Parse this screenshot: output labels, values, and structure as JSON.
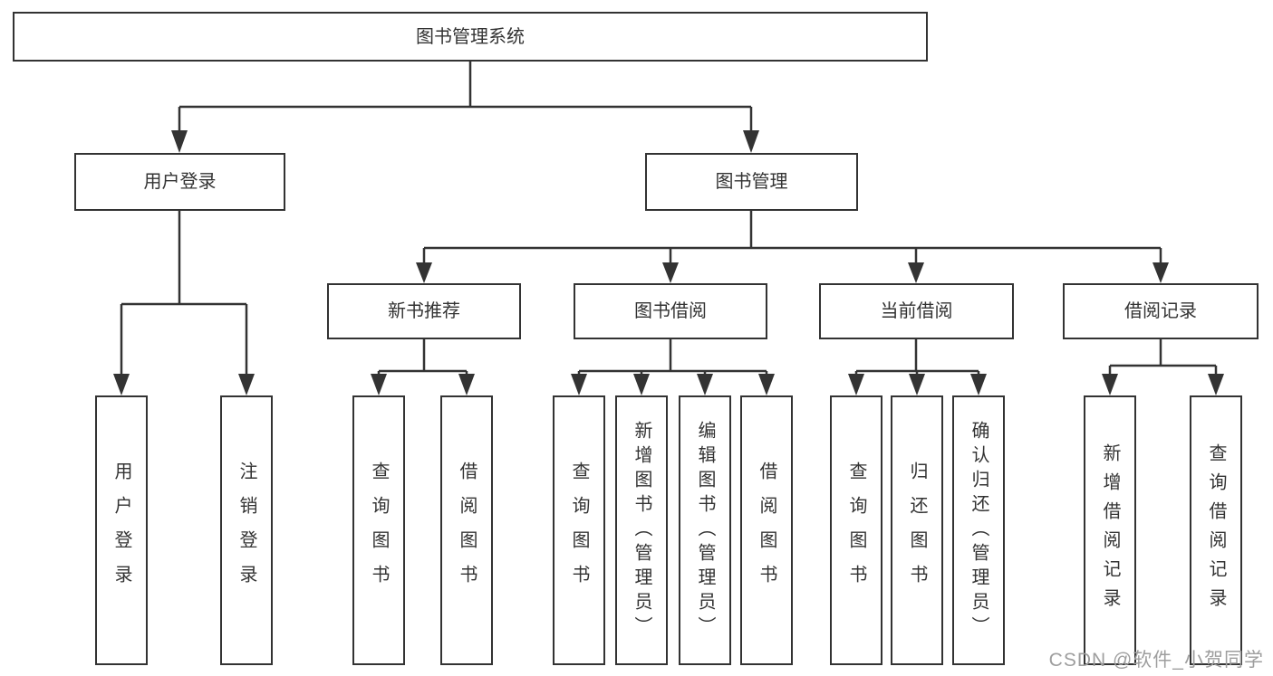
{
  "colors": {
    "line": "#333333",
    "box_border": "#333333",
    "text": "#333333",
    "watermark": "#9e9e9e",
    "background": "#ffffff"
  },
  "watermark": {
    "text": "CSDN @软件_小贺同学"
  },
  "tree": {
    "label": "图书管理系统",
    "children": [
      {
        "label": "用户登录",
        "children": [
          {
            "label": "用户登录"
          },
          {
            "label": "注销登录"
          }
        ]
      },
      {
        "label": "图书管理",
        "children": [
          {
            "label": "新书推荐",
            "children": [
              {
                "label": "查询图书"
              },
              {
                "label": "借阅图书"
              }
            ]
          },
          {
            "label": "图书借阅",
            "children": [
              {
                "label": "查询图书"
              },
              {
                "label": "新增图书（管理员）"
              },
              {
                "label": "编辑图书（管理员）"
              },
              {
                "label": "借阅图书"
              }
            ]
          },
          {
            "label": "当前借阅",
            "children": [
              {
                "label": "查询图书"
              },
              {
                "label": "归还图书"
              },
              {
                "label": "确认归还（管理员）"
              }
            ]
          },
          {
            "label": "借阅记录",
            "children": [
              {
                "label": "新增借阅记录"
              },
              {
                "label": "查询借阅记录"
              }
            ]
          }
        ]
      }
    ]
  }
}
